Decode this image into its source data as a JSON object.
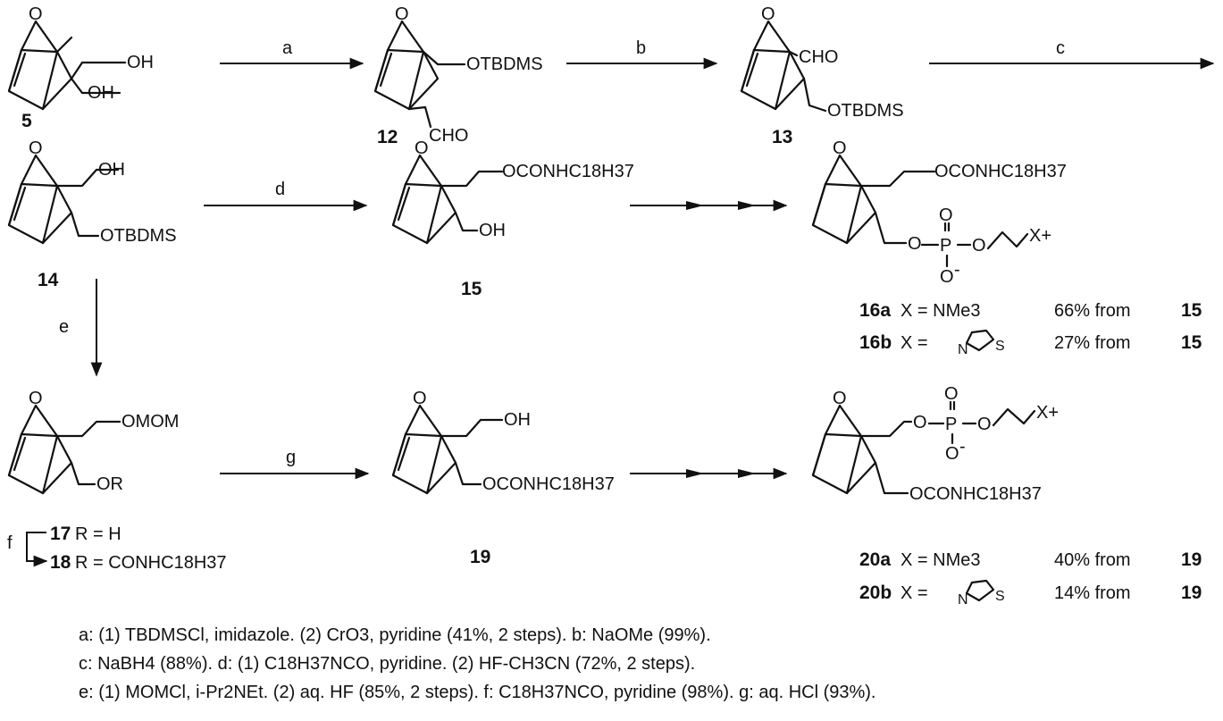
{
  "compounds": {
    "c5": {
      "number": "5",
      "sub1": "OH",
      "sub2": "OH"
    },
    "c12": {
      "number": "12",
      "sub1": "OTBDMS",
      "sub2": "CHO"
    },
    "c13": {
      "number": "13",
      "sub1": "CHO",
      "sub2": "OTBDMS"
    },
    "c14": {
      "number": "14",
      "sub1": "OH",
      "sub2": "OTBDMS"
    },
    "c15": {
      "number": "15",
      "sub1": "OCONHC18H37",
      "sub2": "OH"
    },
    "c16": {
      "sub1": "OCONHC18H37",
      "x": "X+"
    },
    "c16a": {
      "number": "16a",
      "x_value": "X = NMe3",
      "yield": "66% from",
      "yield_ref": "15"
    },
    "c16b": {
      "number": "16b",
      "x_value": "X =",
      "yield": "27% from",
      "yield_ref": "15"
    },
    "c17": {
      "number": "17",
      "r_value": "R = H"
    },
    "c18": {
      "number": "18",
      "r_value": "R = CONHC18H37",
      "sub1": "OMOM",
      "sub2": "OR"
    },
    "c19": {
      "number": "19",
      "sub1": "OH",
      "sub2": "OCONHC18H37"
    },
    "c20": {
      "sub1": "OCONHC18H37",
      "x": "X+"
    },
    "c20a": {
      "number": "20a",
      "x_value": "X = NMe3",
      "yield": "40% from",
      "yield_ref": "19"
    },
    "c20b": {
      "number": "20b",
      "x_value": "X =",
      "yield": "14% from",
      "yield_ref": "19"
    }
  },
  "steps": {
    "a": "a",
    "b": "b",
    "c": "c",
    "d": "d",
    "e": "e",
    "f": "f",
    "g": "g"
  },
  "atoms": {
    "o": "O",
    "p": "P",
    "n": "N",
    "s": "S",
    "minus": "-"
  },
  "footnotes": {
    "line1": "a: (1) TBDMSCl, imidazole. (2) CrO3, pyridine (41%, 2 steps). b: NaOMe (99%).",
    "line2": "c: NaBH4 (88%). d: (1) C18H37NCO, pyridine. (2) HF-CH3CN (72%, 2 steps).",
    "line3": "e: (1) MOMCl, i-Pr2NEt. (2) aq. HF (85%, 2 steps). f: C18H37NCO, pyridine (98%). g: aq. HCl (93%)."
  }
}
